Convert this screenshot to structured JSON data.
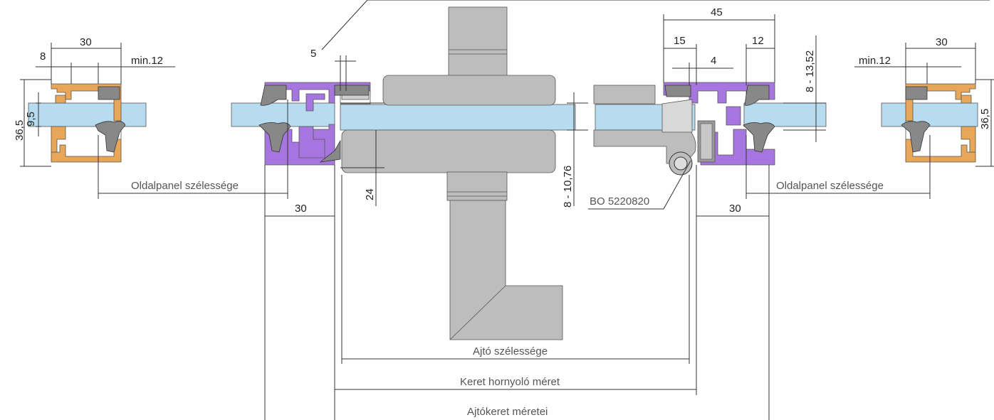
{
  "colors": {
    "glass": "#b8dcef",
    "side_profile": "#e8a758",
    "frame_profile": "#a675e0",
    "door_hardware": "#bdbdbd",
    "gasket": "#888888"
  },
  "dimensions": {
    "left_total": "30",
    "left_8": "8",
    "left_min": "min.12",
    "left_height": "36,5",
    "left_glass": "9,5",
    "frame_5": "5",
    "frame_30_left": "30",
    "handle_24": "24",
    "glass_range_left": "8 - 10,76",
    "right_45": "45",
    "right_15": "15",
    "right_12": "12",
    "right_4": "4",
    "glass_range_right": "8 - 13,52",
    "right_min": "min.12",
    "right_total": "30",
    "right_height": "36,5",
    "frame_30_right": "30"
  },
  "labels": {
    "side_panel_left": "Oldalpanel szélessége",
    "side_panel_right": "Oldalpanel szélessége",
    "part_code": "BO 5220820",
    "door_width": "Ajtó szélessége",
    "frame_groove": "Keret hornyoló méret",
    "frame_dims": "Ajtókeret méretei"
  }
}
